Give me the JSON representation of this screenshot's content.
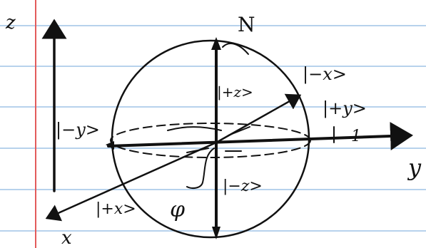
{
  "colors": {
    "paper": "#ffffff",
    "rule": "#9fc3e6",
    "margin": "#e35b5b",
    "ink": "#111111"
  },
  "diagram": {
    "labels": {
      "z_axis": "z",
      "north": "N",
      "plus_z": "|+z>",
      "minus_x": "|−x>",
      "plus_y": "|+y>",
      "minus_y": "|−y>",
      "y_axis": "y",
      "minus_z": "|−z>",
      "plus_x": "|+x>",
      "x_axis": "x",
      "phi": "φ",
      "one": "1"
    }
  }
}
